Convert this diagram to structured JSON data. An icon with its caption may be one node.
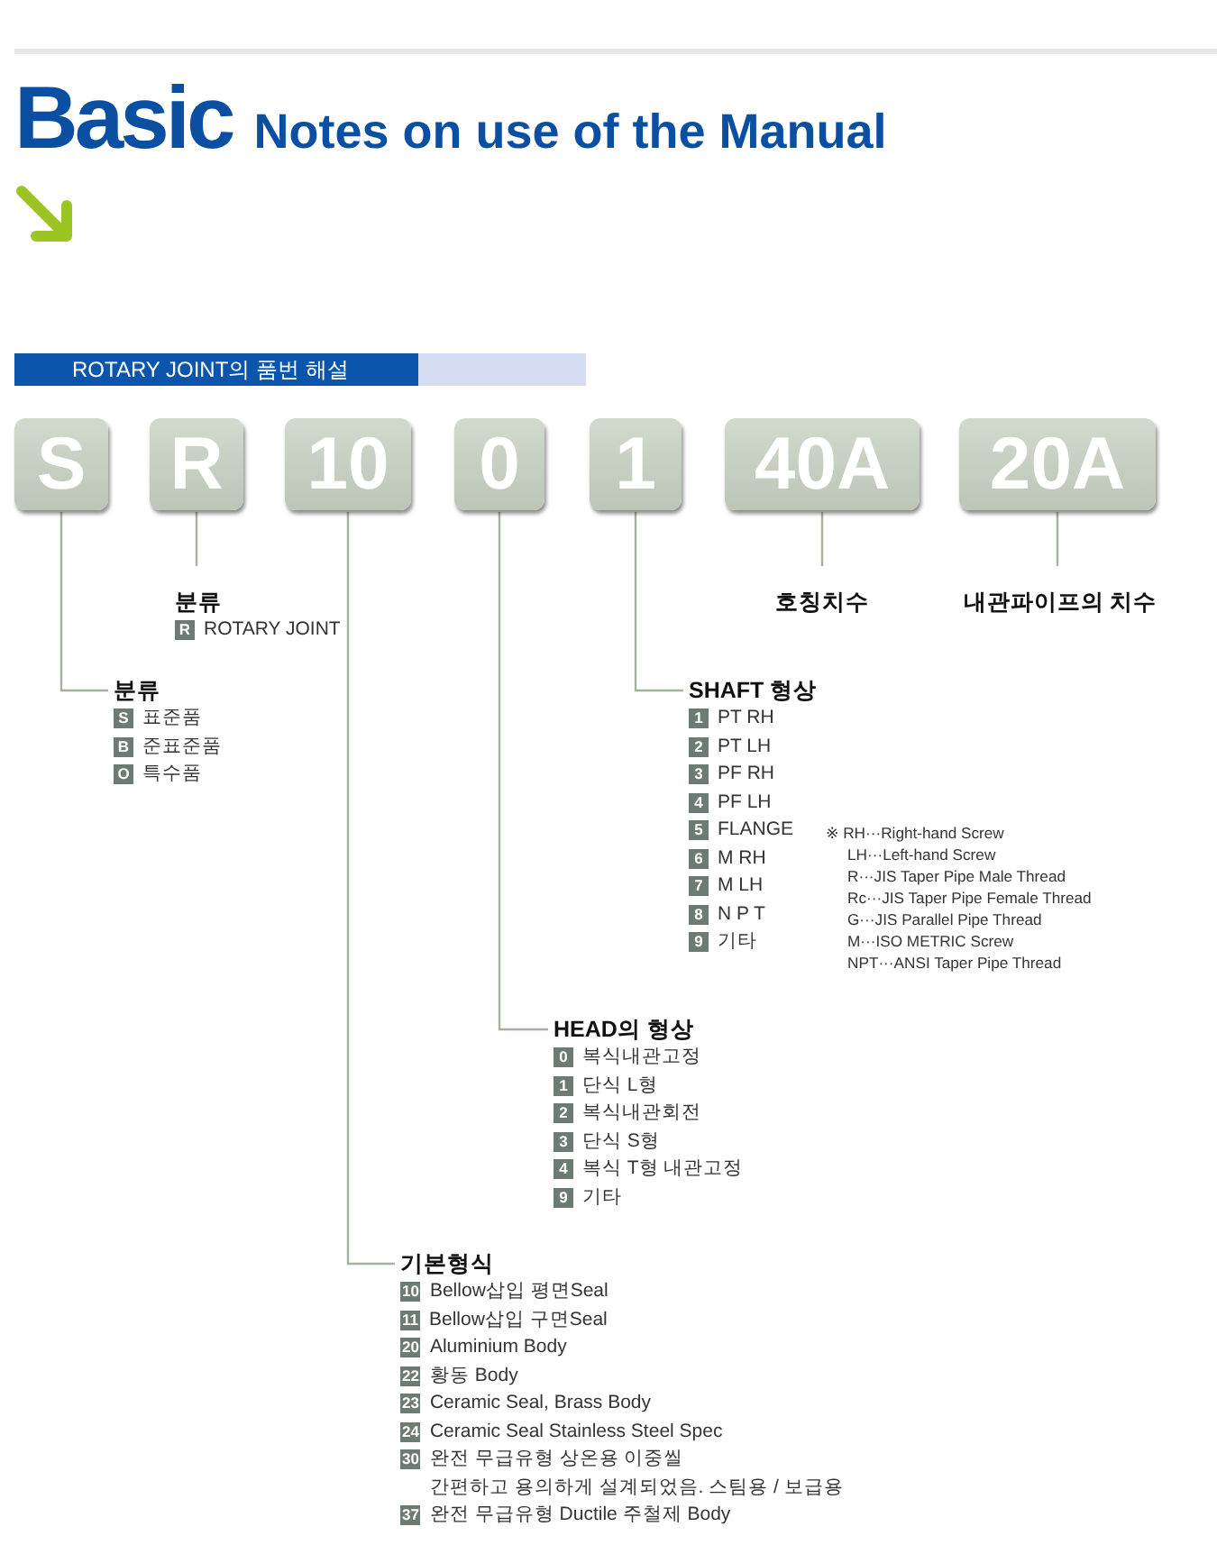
{
  "diagram": {
    "title": "Basic Notes on use of the Manual",
    "nodes": [
      {
        "text": [
          "S"
        ]
      },
      {
        "text": [
          "R"
        ]
      },
      {
        "text": [
          "10"
        ]
      },
      {
        "text": [
          "0"
        ]
      },
      {
        "text": [
          "1"
        ]
      },
      {
        "text": [
          "40A"
        ]
      },
      {
        "text": [
          "20A"
        ]
      },
      {
        "text": [
          "분류"
        ]
      },
      {
        "text": [
          "R",
          "ROTARY JOINT"
        ],
        "in": 7
      },
      {
        "text": [
          "호칭치수"
        ]
      },
      {
        "text": [
          "내관파이프의 치수"
        ]
      },
      {
        "text": [
          "분류"
        ]
      },
      {
        "text": [
          "S",
          "표준품"
        ],
        "in": 11
      },
      {
        "text": [
          "B",
          "준표준품"
        ],
        "in": 11
      },
      {
        "text": [
          "O",
          "특수품"
        ],
        "in": 11
      },
      {
        "text": [
          "SHAFT 형상"
        ]
      },
      {
        "text": [
          "1",
          "PT RH"
        ],
        "in": 15
      },
      {
        "text": [
          "2",
          "PT LH"
        ],
        "in": 15
      },
      {
        "text": [
          "3",
          "PF RH"
        ],
        "in": 15
      },
      {
        "text": [
          "4",
          "PF LH"
        ],
        "in": 15
      },
      {
        "text": [
          "5",
          "FLANGE"
        ],
        "in": 15
      },
      {
        "text": [
          "6",
          "M RH"
        ],
        "in": 15
      },
      {
        "text": [
          "7",
          "M LH"
        ],
        "in": 15
      },
      {
        "text": [
          "8",
          "N P T"
        ],
        "in": 15
      },
      {
        "text": [
          "9",
          "기타"
        ],
        "in": 15
      },
      {
        "text": [
          "HEAD의 형상"
        ]
      },
      {
        "text": [
          "0",
          "복식내관고정"
        ],
        "in": 25
      },
      {
        "text": [
          "1",
          "단식 L형"
        ],
        "in": 25
      },
      {
        "text": [
          "2",
          "복식내관회전"
        ],
        "in": 25
      },
      {
        "text": [
          "3",
          "단식 S형"
        ],
        "in": 25
      },
      {
        "text": [
          "4",
          "복식 T형 내관고정"
        ],
        "in": 25
      },
      {
        "text": [
          "9",
          "기타"
        ],
        "in": 25
      },
      {
        "text": [
          "기본형식"
        ]
      },
      {
        "text": [
          "10",
          "Bellow삽입 평면Seal"
        ],
        "in": 32
      },
      {
        "text": [
          "11",
          "Bellow삽입 구면Seal"
        ],
        "in": 32
      },
      {
        "text": [
          "20",
          "Aluminium Body"
        ],
        "in": 32
      },
      {
        "text": [
          "22",
          "황동 Body"
        ],
        "in": 32
      },
      {
        "text": [
          "23",
          "Ceramic Seal, Brass Body"
        ],
        "in": 32
      },
      {
        "text": [
          "24",
          "Ceramic Seal Stainless Steel Spec"
        ],
        "in": 32
      },
      {
        "text": [
          "30",
          "완전 무급유형 상온용 이중씰",
          "간편하고 용의하게 설계되었음. 스팀용 / 보급용"
        ],
        "in": 32
      },
      {
        "text": [
          "37",
          "완전 무급유형 Ductile 주철제 Body"
        ],
        "in": 32
      }
    ],
    "edges": [
      {
        "from": 0,
        "to": 11,
        "arrow": "none"
      },
      {
        "from": 1,
        "to": 7,
        "arrow": "none"
      },
      {
        "from": 2,
        "to": 32,
        "arrow": "none"
      },
      {
        "from": 3,
        "to": 25,
        "arrow": "none"
      },
      {
        "from": 4,
        "to": 15,
        "arrow": "none"
      },
      {
        "from": 5,
        "to": 9,
        "arrow": "none"
      },
      {
        "from": 6,
        "to": 10,
        "arrow": "none"
      }
    ],
    "labels": [
      "ROTARY JOINT의 품번 해설",
      "※ RH···Right-hand Screw",
      "LH···Left-hand Screw",
      "R···JIS Taper Pipe Male Thread",
      "Rc···JIS Taper Pipe Female Thread",
      "G···JIS Parallel Pipe Thread",
      "M···ISO METRIC Screw",
      "NPT···ANSI Taper Pipe Thread"
    ]
  }
}
